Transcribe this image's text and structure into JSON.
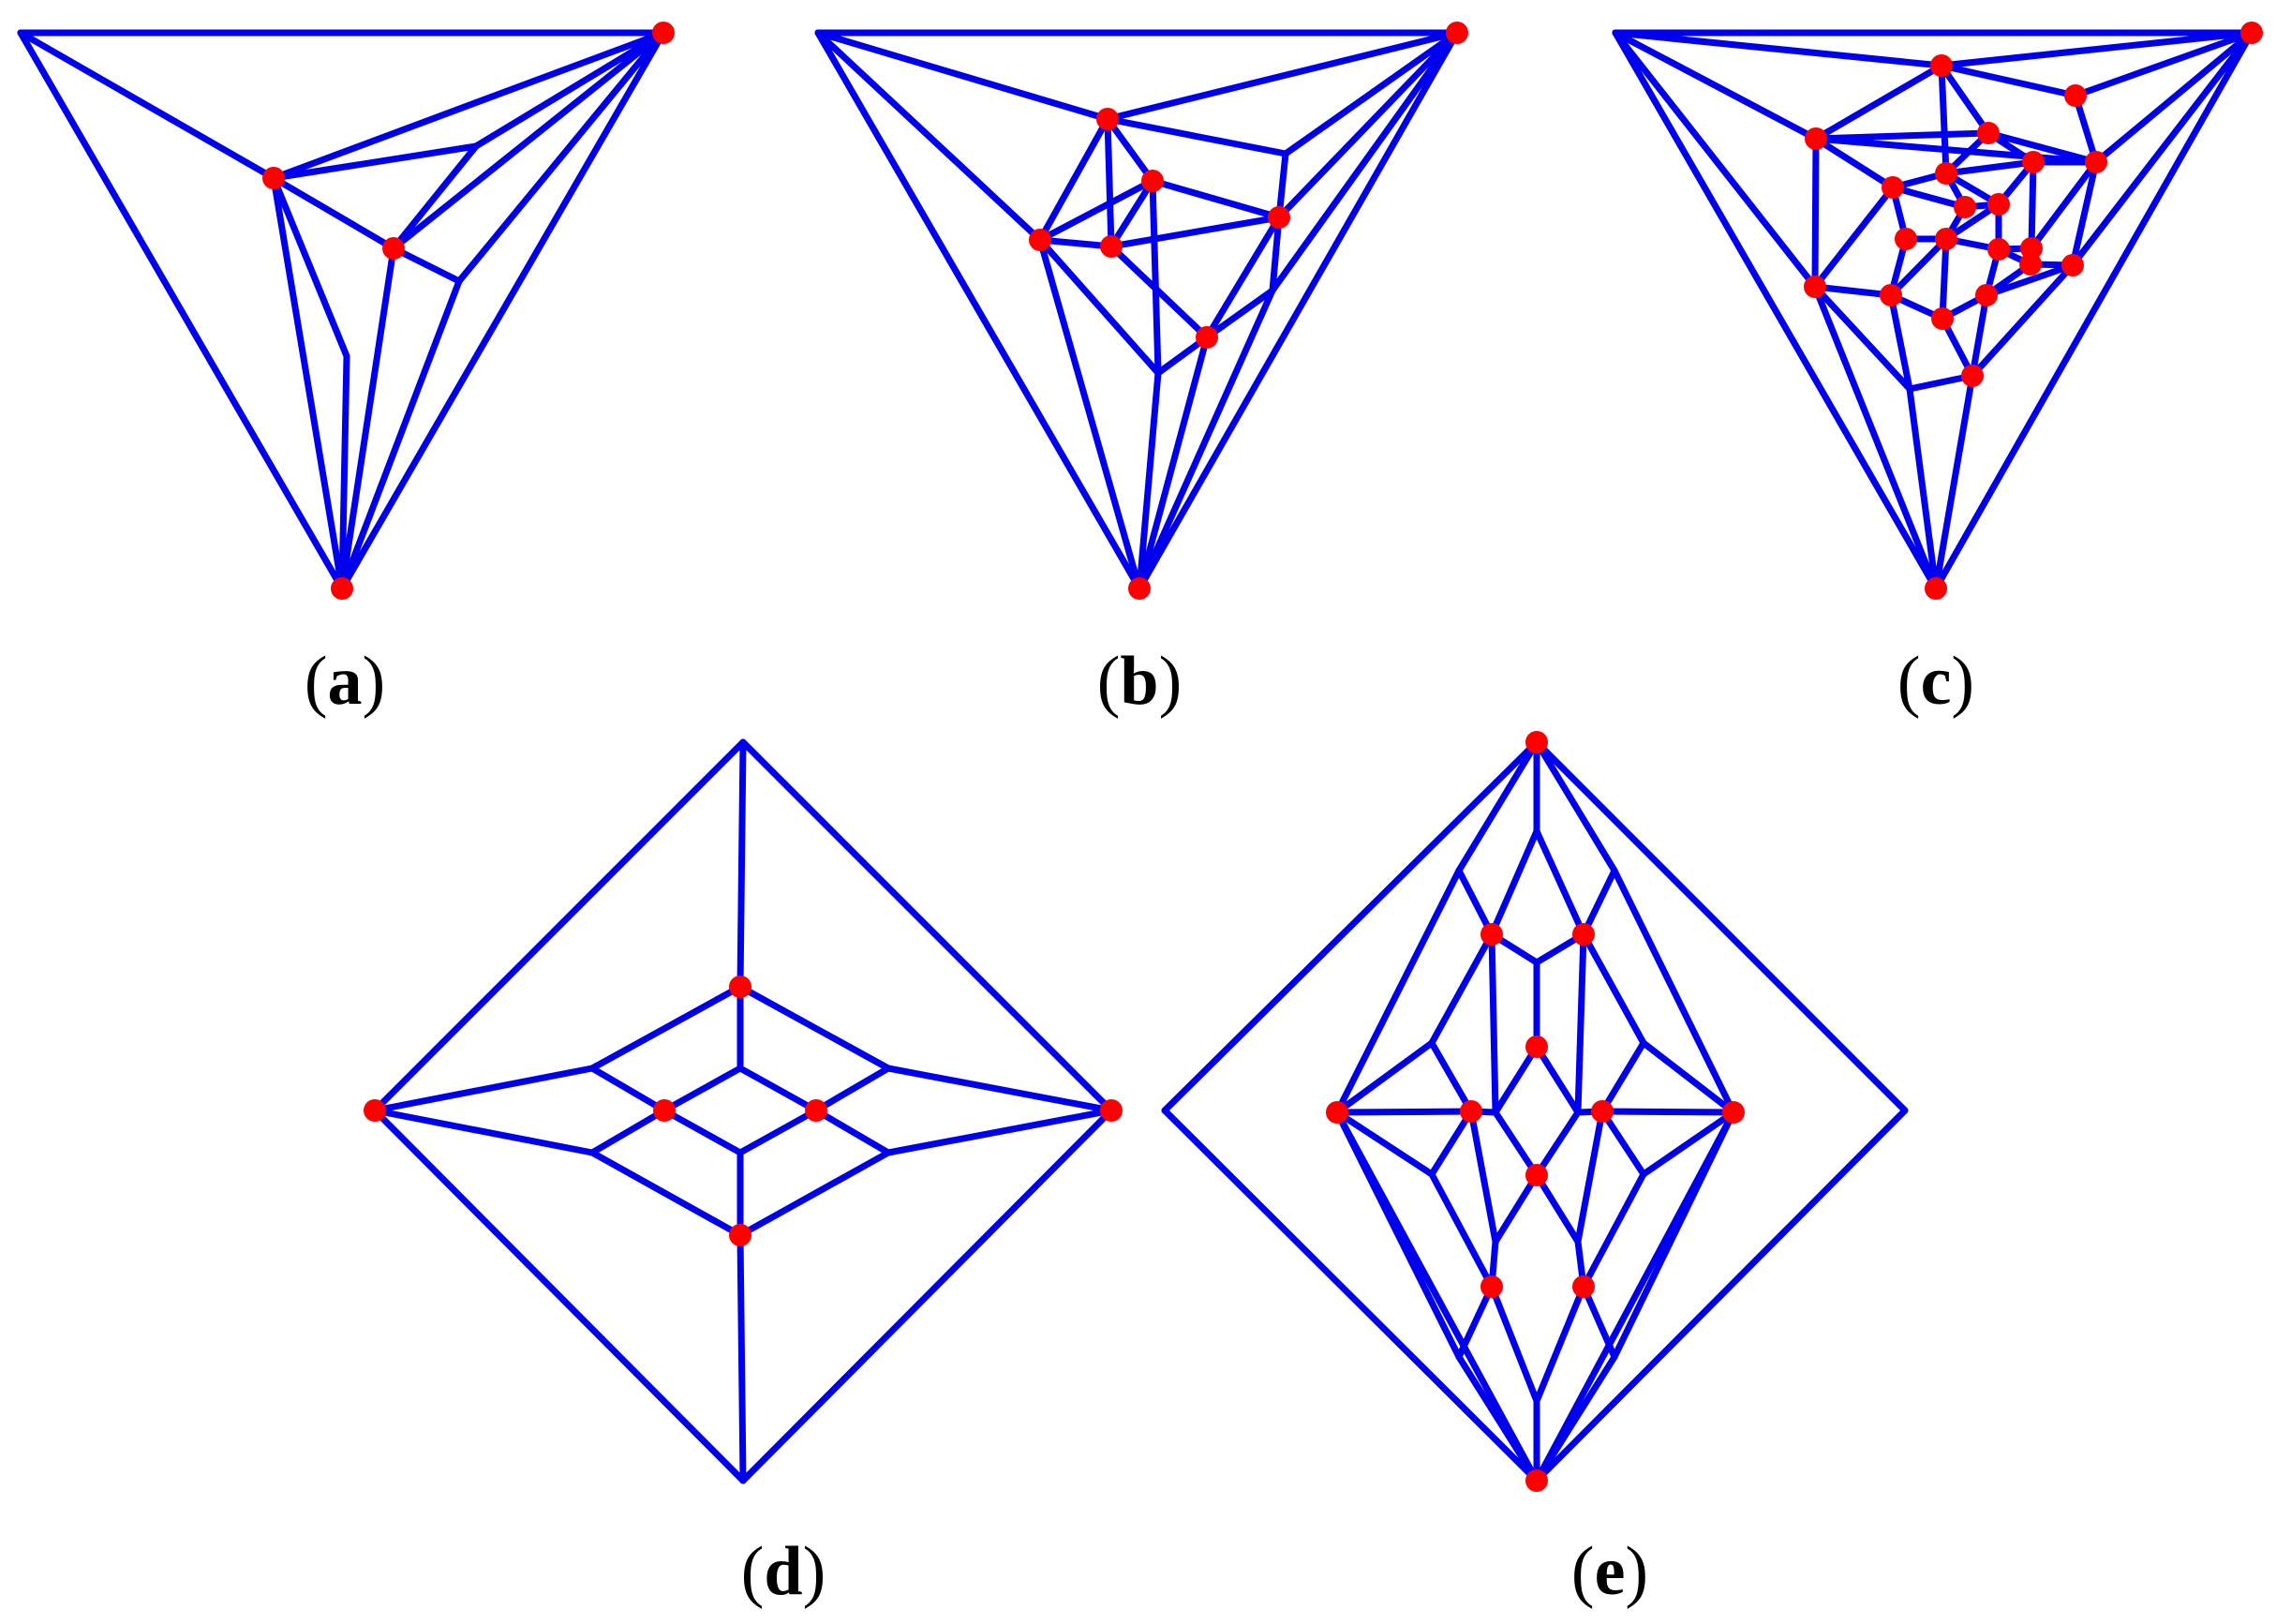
{
  "colors": {
    "edge": "#0000ee",
    "vertex": "#ff0000",
    "background": "#ffffff",
    "text": "#000000"
  },
  "panels": [
    {
      "id": "a",
      "caption": {
        "open": "(",
        "letter": "a",
        "close": ")"
      },
      "vertices": [
        [
          22,
          35
        ],
        [
          708,
          35
        ],
        [
          365,
          628
        ],
        [
          292,
          190
        ],
        [
          420,
          265
        ],
        [
          508,
          156
        ],
        [
          490,
          300
        ],
        [
          370,
          380
        ]
      ],
      "edges": [
        [
          0,
          1
        ],
        [
          1,
          2
        ],
        [
          2,
          0
        ],
        [
          0,
          3
        ],
        [
          3,
          5
        ],
        [
          5,
          1
        ],
        [
          3,
          1
        ],
        [
          3,
          4
        ],
        [
          4,
          1
        ],
        [
          4,
          5
        ],
        [
          4,
          6
        ],
        [
          6,
          1
        ],
        [
          6,
          2
        ],
        [
          4,
          2
        ],
        [
          3,
          7
        ],
        [
          7,
          2
        ],
        [
          3,
          2
        ]
      ],
      "marked": [
        1,
        2,
        3,
        4
      ]
    },
    {
      "id": "b",
      "caption": {
        "open": "(",
        "letter": "b",
        "close": ")"
      },
      "vertices": [
        [
          873,
          35
        ],
        [
          1555,
          35
        ],
        [
          1216,
          628
        ],
        [
          1182,
          127
        ],
        [
          1230,
          193
        ],
        [
          1110,
          256
        ],
        [
          1186,
          263
        ],
        [
          1365,
          232
        ],
        [
          1288,
          360
        ],
        [
          1372,
          164
        ],
        [
          1358,
          310
        ],
        [
          1236,
          398
        ]
      ],
      "edges": [
        [
          0,
          1
        ],
        [
          1,
          2
        ],
        [
          2,
          0
        ],
        [
          0,
          3
        ],
        [
          3,
          1
        ],
        [
          0,
          5
        ],
        [
          5,
          2
        ],
        [
          3,
          9
        ],
        [
          9,
          1
        ],
        [
          9,
          7
        ],
        [
          7,
          1
        ],
        [
          7,
          10
        ],
        [
          10,
          1
        ],
        [
          10,
          2
        ],
        [
          10,
          8
        ],
        [
          8,
          2
        ],
        [
          8,
          11
        ],
        [
          11,
          2
        ],
        [
          3,
          4
        ],
        [
          3,
          5
        ],
        [
          4,
          5
        ],
        [
          4,
          6
        ],
        [
          5,
          6
        ],
        [
          6,
          3
        ],
        [
          4,
          7
        ],
        [
          6,
          7
        ],
        [
          7,
          8
        ],
        [
          4,
          11
        ],
        [
          5,
          11
        ],
        [
          6,
          8
        ]
      ],
      "marked": [
        1,
        2,
        3,
        4,
        5,
        6,
        7,
        8
      ]
    },
    {
      "id": "c",
      "caption": {
        "open": "(",
        "letter": "c",
        "close": ")"
      },
      "vertices": [
        [
          1724,
          35
        ],
        [
          2403,
          35
        ],
        [
          2066,
          628
        ],
        [
          2072,
          70
        ],
        [
          1938,
          148
        ],
        [
          1937,
          306
        ],
        [
          2105,
          401
        ],
        [
          2237,
          173
        ],
        [
          2215,
          102
        ],
        [
          2122,
          142
        ],
        [
          2170,
          173
        ],
        [
          2020,
          200
        ],
        [
          2077,
          185
        ],
        [
          2097,
          221
        ],
        [
          2133,
          218
        ],
        [
          2034,
          255
        ],
        [
          2077,
          255
        ],
        [
          2133,
          266
        ],
        [
          2168,
          265
        ],
        [
          2018,
          315
        ],
        [
          2073,
          340
        ],
        [
          2120,
          315
        ],
        [
          2167,
          282
        ],
        [
          2212,
          283
        ],
        [
          2038,
          415
        ]
      ],
      "edges": [
        [
          0,
          1
        ],
        [
          1,
          2
        ],
        [
          2,
          0
        ],
        [
          0,
          3
        ],
        [
          3,
          1
        ],
        [
          0,
          4
        ],
        [
          0,
          5
        ],
        [
          5,
          2
        ],
        [
          3,
          8
        ],
        [
          8,
          1
        ],
        [
          8,
          7
        ],
        [
          7,
          1
        ],
        [
          7,
          23
        ],
        [
          23,
          1
        ],
        [
          23,
          6
        ],
        [
          6,
          2
        ],
        [
          24,
          2
        ],
        [
          5,
          24
        ],
        [
          24,
          6
        ],
        [
          3,
          4
        ],
        [
          4,
          11
        ],
        [
          4,
          5
        ],
        [
          5,
          11
        ],
        [
          4,
          7
        ],
        [
          3,
          9
        ],
        [
          9,
          10
        ],
        [
          10,
          7
        ],
        [
          4,
          9
        ],
        [
          11,
          12
        ],
        [
          12,
          9
        ],
        [
          12,
          10
        ],
        [
          11,
          13
        ],
        [
          12,
          13
        ],
        [
          13,
          14
        ],
        [
          14,
          10
        ],
        [
          12,
          14
        ],
        [
          13,
          16
        ],
        [
          14,
          16
        ],
        [
          11,
          15
        ],
        [
          15,
          16
        ],
        [
          16,
          17
        ],
        [
          14,
          17
        ],
        [
          17,
          18
        ],
        [
          10,
          18
        ],
        [
          18,
          22
        ],
        [
          18,
          7
        ],
        [
          17,
          22
        ],
        [
          22,
          21
        ],
        [
          21,
          17
        ],
        [
          16,
          20
        ],
        [
          20,
          21
        ],
        [
          15,
          19
        ],
        [
          19,
          20
        ],
        [
          5,
          19
        ],
        [
          19,
          24
        ],
        [
          19,
          16
        ],
        [
          20,
          6
        ],
        [
          21,
          6
        ],
        [
          22,
          23
        ],
        [
          21,
          23
        ],
        [
          9,
          7
        ],
        [
          3,
          12
        ]
      ],
      "marked": [
        1,
        2,
        3,
        4,
        5,
        6,
        7,
        8,
        9,
        10,
        11,
        12,
        13,
        14,
        15,
        16,
        17,
        18,
        19,
        20,
        21,
        22,
        23
      ]
    },
    {
      "id": "d",
      "caption": {
        "open": "(",
        "letter": "d",
        "close": ")"
      },
      "vertices": [
        [
          793,
          792
        ],
        [
          1186,
          1185
        ],
        [
          793,
          1580
        ],
        [
          400,
          1185
        ],
        [
          790,
          1053
        ],
        [
          709,
          1185
        ],
        [
          871,
          1185
        ],
        [
          790,
          1318
        ],
        [
          632,
          1140
        ],
        [
          632,
          1230
        ],
        [
          948,
          1140
        ],
        [
          948,
          1230
        ],
        [
          790,
          1140
        ],
        [
          790,
          1230
        ]
      ],
      "edges": [
        [
          0,
          1
        ],
        [
          1,
          2
        ],
        [
          2,
          3
        ],
        [
          3,
          0
        ],
        [
          0,
          4
        ],
        [
          2,
          7
        ],
        [
          3,
          8
        ],
        [
          8,
          4
        ],
        [
          3,
          9
        ],
        [
          9,
          7
        ],
        [
          1,
          10
        ],
        [
          10,
          4
        ],
        [
          1,
          11
        ],
        [
          11,
          7
        ],
        [
          8,
          5
        ],
        [
          9,
          5
        ],
        [
          10,
          6
        ],
        [
          11,
          6
        ],
        [
          4,
          12
        ],
        [
          5,
          12
        ],
        [
          12,
          6
        ],
        [
          5,
          13
        ],
        [
          13,
          6
        ],
        [
          13,
          7
        ]
      ],
      "marked": [
        1,
        3,
        4,
        5,
        6,
        7
      ]
    },
    {
      "id": "e",
      "caption": {
        "open": "(",
        "letter": "e",
        "close": ")"
      },
      "vertices": [
        [
          1640,
          792
        ],
        [
          2033,
          1185
        ],
        [
          1640,
          1580
        ],
        [
          1243,
          1185
        ],
        [
          1592,
          997
        ],
        [
          1690,
          997
        ],
        [
          1640,
          1117
        ],
        [
          1570,
          1186
        ],
        [
          1710,
          1186
        ],
        [
          1640,
          1254
        ],
        [
          1592,
          1373
        ],
        [
          1690,
          1373
        ],
        [
          1427,
          1187
        ],
        [
          1850,
          1187
        ],
        [
          1640,
          887
        ],
        [
          1557,
          929
        ],
        [
          1723,
          929
        ],
        [
          1640,
          1027
        ],
        [
          1596,
          1187
        ],
        [
          1684,
          1187
        ],
        [
          1528,
          1113
        ],
        [
          1754,
          1113
        ],
        [
          1528,
          1253
        ],
        [
          1754,
          1253
        ],
        [
          1596,
          1325
        ],
        [
          1684,
          1325
        ],
        [
          1557,
          1448
        ],
        [
          1723,
          1448
        ],
        [
          1640,
          1495
        ]
      ],
      "edges": [
        [
          0,
          3
        ],
        [
          3,
          2
        ],
        [
          2,
          1
        ],
        [
          1,
          0
        ],
        [
          0,
          14
        ],
        [
          0,
          15
        ],
        [
          0,
          16
        ],
        [
          15,
          12
        ],
        [
          16,
          13
        ],
        [
          12,
          2
        ],
        [
          13,
          2
        ],
        [
          14,
          4
        ],
        [
          14,
          5
        ],
        [
          15,
          4
        ],
        [
          16,
          5
        ],
        [
          4,
          17
        ],
        [
          5,
          17
        ],
        [
          17,
          6
        ],
        [
          4,
          18
        ],
        [
          5,
          19
        ],
        [
          4,
          20
        ],
        [
          5,
          21
        ],
        [
          20,
          12
        ],
        [
          21,
          13
        ],
        [
          20,
          7
        ],
        [
          21,
          8
        ],
        [
          12,
          7
        ],
        [
          13,
          8
        ],
        [
          6,
          18
        ],
        [
          6,
          19
        ],
        [
          7,
          18
        ],
        [
          8,
          19
        ],
        [
          7,
          22
        ],
        [
          8,
          23
        ],
        [
          22,
          12
        ],
        [
          23,
          13
        ],
        [
          22,
          10
        ],
        [
          23,
          11
        ],
        [
          18,
          9
        ],
        [
          19,
          9
        ],
        [
          9,
          24
        ],
        [
          9,
          25
        ],
        [
          24,
          10
        ],
        [
          25,
          11
        ],
        [
          24,
          7
        ],
        [
          25,
          8
        ],
        [
          10,
          26
        ],
        [
          11,
          27
        ],
        [
          26,
          2
        ],
        [
          27,
          2
        ],
        [
          10,
          28
        ],
        [
          11,
          28
        ],
        [
          28,
          2
        ],
        [
          12,
          26
        ],
        [
          13,
          27
        ]
      ],
      "marked": [
        0,
        2,
        4,
        5,
        6,
        7,
        8,
        9,
        10,
        11,
        12,
        13
      ]
    }
  ]
}
